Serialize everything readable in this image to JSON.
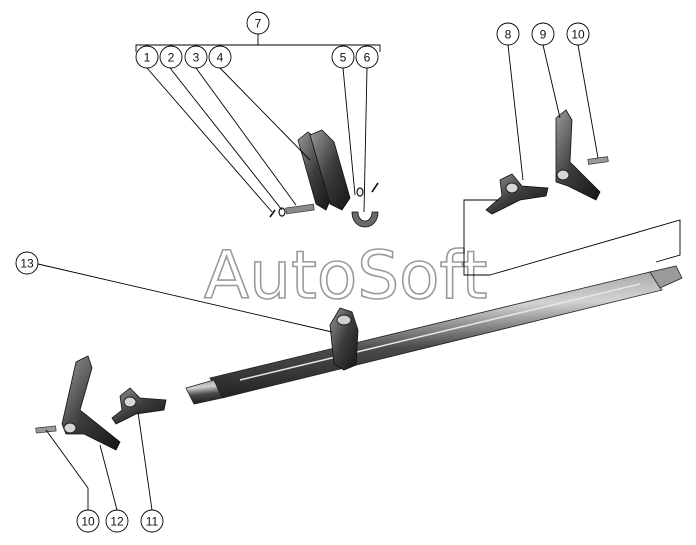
{
  "watermark": "AutoSoft",
  "colors": {
    "part_dark": "#2f2f2f",
    "part_mid": "#6a6a6a",
    "part_light": "#a8a8a8",
    "line": "#000000"
  },
  "callouts": [
    {
      "id": "c1",
      "text": "1"
    },
    {
      "id": "c2",
      "text": "2"
    },
    {
      "id": "c3",
      "text": "3"
    },
    {
      "id": "c4",
      "text": "4"
    },
    {
      "id": "c5",
      "text": "5"
    },
    {
      "id": "c6",
      "text": "6"
    },
    {
      "id": "c7",
      "text": "7"
    },
    {
      "id": "c8",
      "text": "8"
    },
    {
      "id": "c9",
      "text": "9"
    },
    {
      "id": "c10a",
      "text": "10"
    },
    {
      "id": "c10b",
      "text": "10"
    },
    {
      "id": "c11",
      "text": "11"
    },
    {
      "id": "c12",
      "text": "12"
    },
    {
      "id": "c13",
      "text": "13"
    }
  ]
}
